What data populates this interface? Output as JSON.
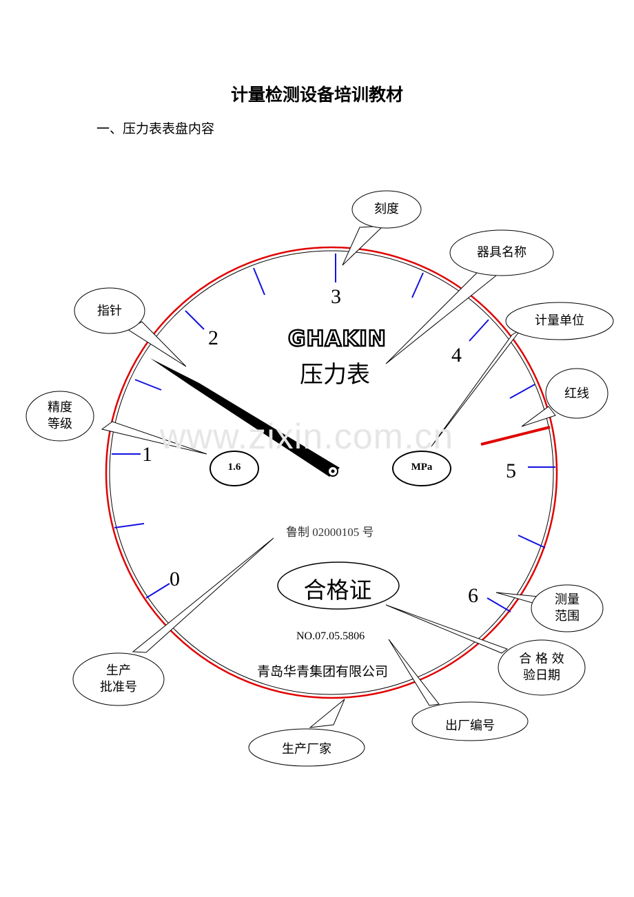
{
  "document": {
    "title": "计量检测设备培训教材",
    "section_heading": "一、压力表表盘内容"
  },
  "watermark": "www.zixin.com.cn",
  "gauge": {
    "scale_numbers": [
      "0",
      "1",
      "2",
      "3",
      "4",
      "5",
      "6"
    ],
    "brand": "GHAKIN",
    "device_name": "压力表",
    "accuracy_class": "1.6",
    "unit": "MPa",
    "approval_number": "鲁制 02000105 号",
    "certificate": "合格证",
    "serial_number": "NO.07.05.5806",
    "manufacturer": "青岛华青集团有限公司",
    "colors": {
      "ring": "#e00000",
      "ticks": "#1010e0",
      "red_line": "#e00000",
      "pointer": "#000000"
    }
  },
  "callouts": {
    "scale": "刻度",
    "device_name": "器具名称",
    "pointer": "指针",
    "unit": "计量单位",
    "accuracy": "精度\n等级",
    "red_line": "红线",
    "range": "测量\n范围",
    "approval": "生产\n批准号",
    "inspection_date": "合 格 效\n验日期",
    "serial": "出厂编号",
    "manufacturer": "生产厂家"
  }
}
